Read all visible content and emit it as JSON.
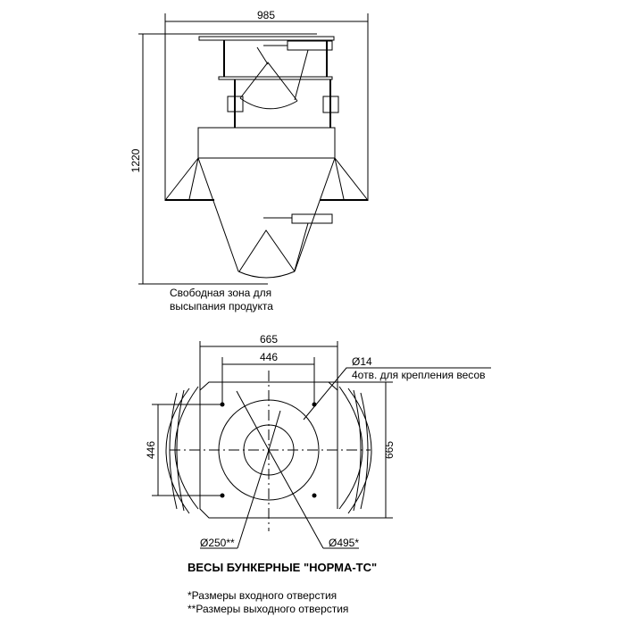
{
  "side_view": {
    "width_dim": "985",
    "height_dim": "1220",
    "note_line1": "Свободная зона для",
    "note_line2": "высыпания продукта"
  },
  "plan_view": {
    "outer_width_dim": "665",
    "bolt_spacing_dim": "446",
    "left_height_dim": "446",
    "right_height_dim": "665",
    "hole_dia": "Ø14",
    "hole_note": "4отв. для крепления весов",
    "outlet_dia": "Ø250**",
    "inlet_dia": "Ø495*"
  },
  "title": "ВЕСЫ БУНКЕРНЫЕ \"НОРМА-ТС\"",
  "footnotes": [
    "*Размеры входного отверстия",
    "**Размеры выходного отверстия"
  ]
}
